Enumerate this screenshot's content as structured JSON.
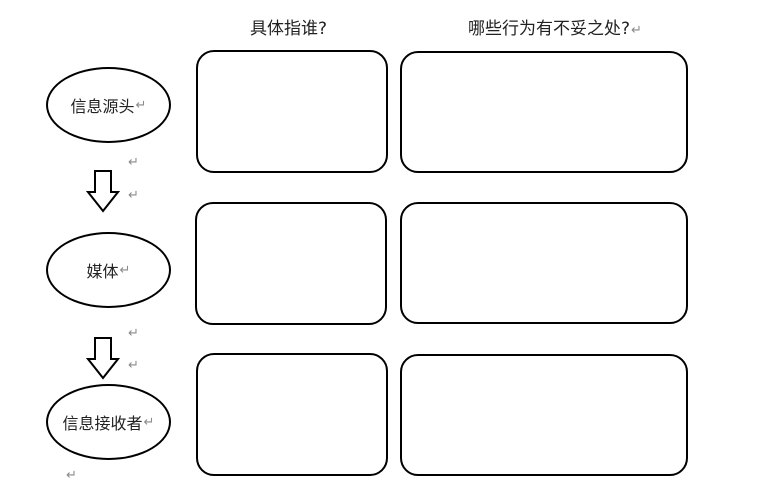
{
  "headers": {
    "who": "具体指谁?",
    "behavior": "哪些行为有不妥之处?"
  },
  "nodes": [
    {
      "label": "信息源头"
    },
    {
      "label": "媒体"
    },
    {
      "label": "信息接收者"
    }
  ],
  "paragraph_mark": "↵",
  "colors": {
    "stroke": "#000000",
    "mark": "#8a8a8a"
  }
}
